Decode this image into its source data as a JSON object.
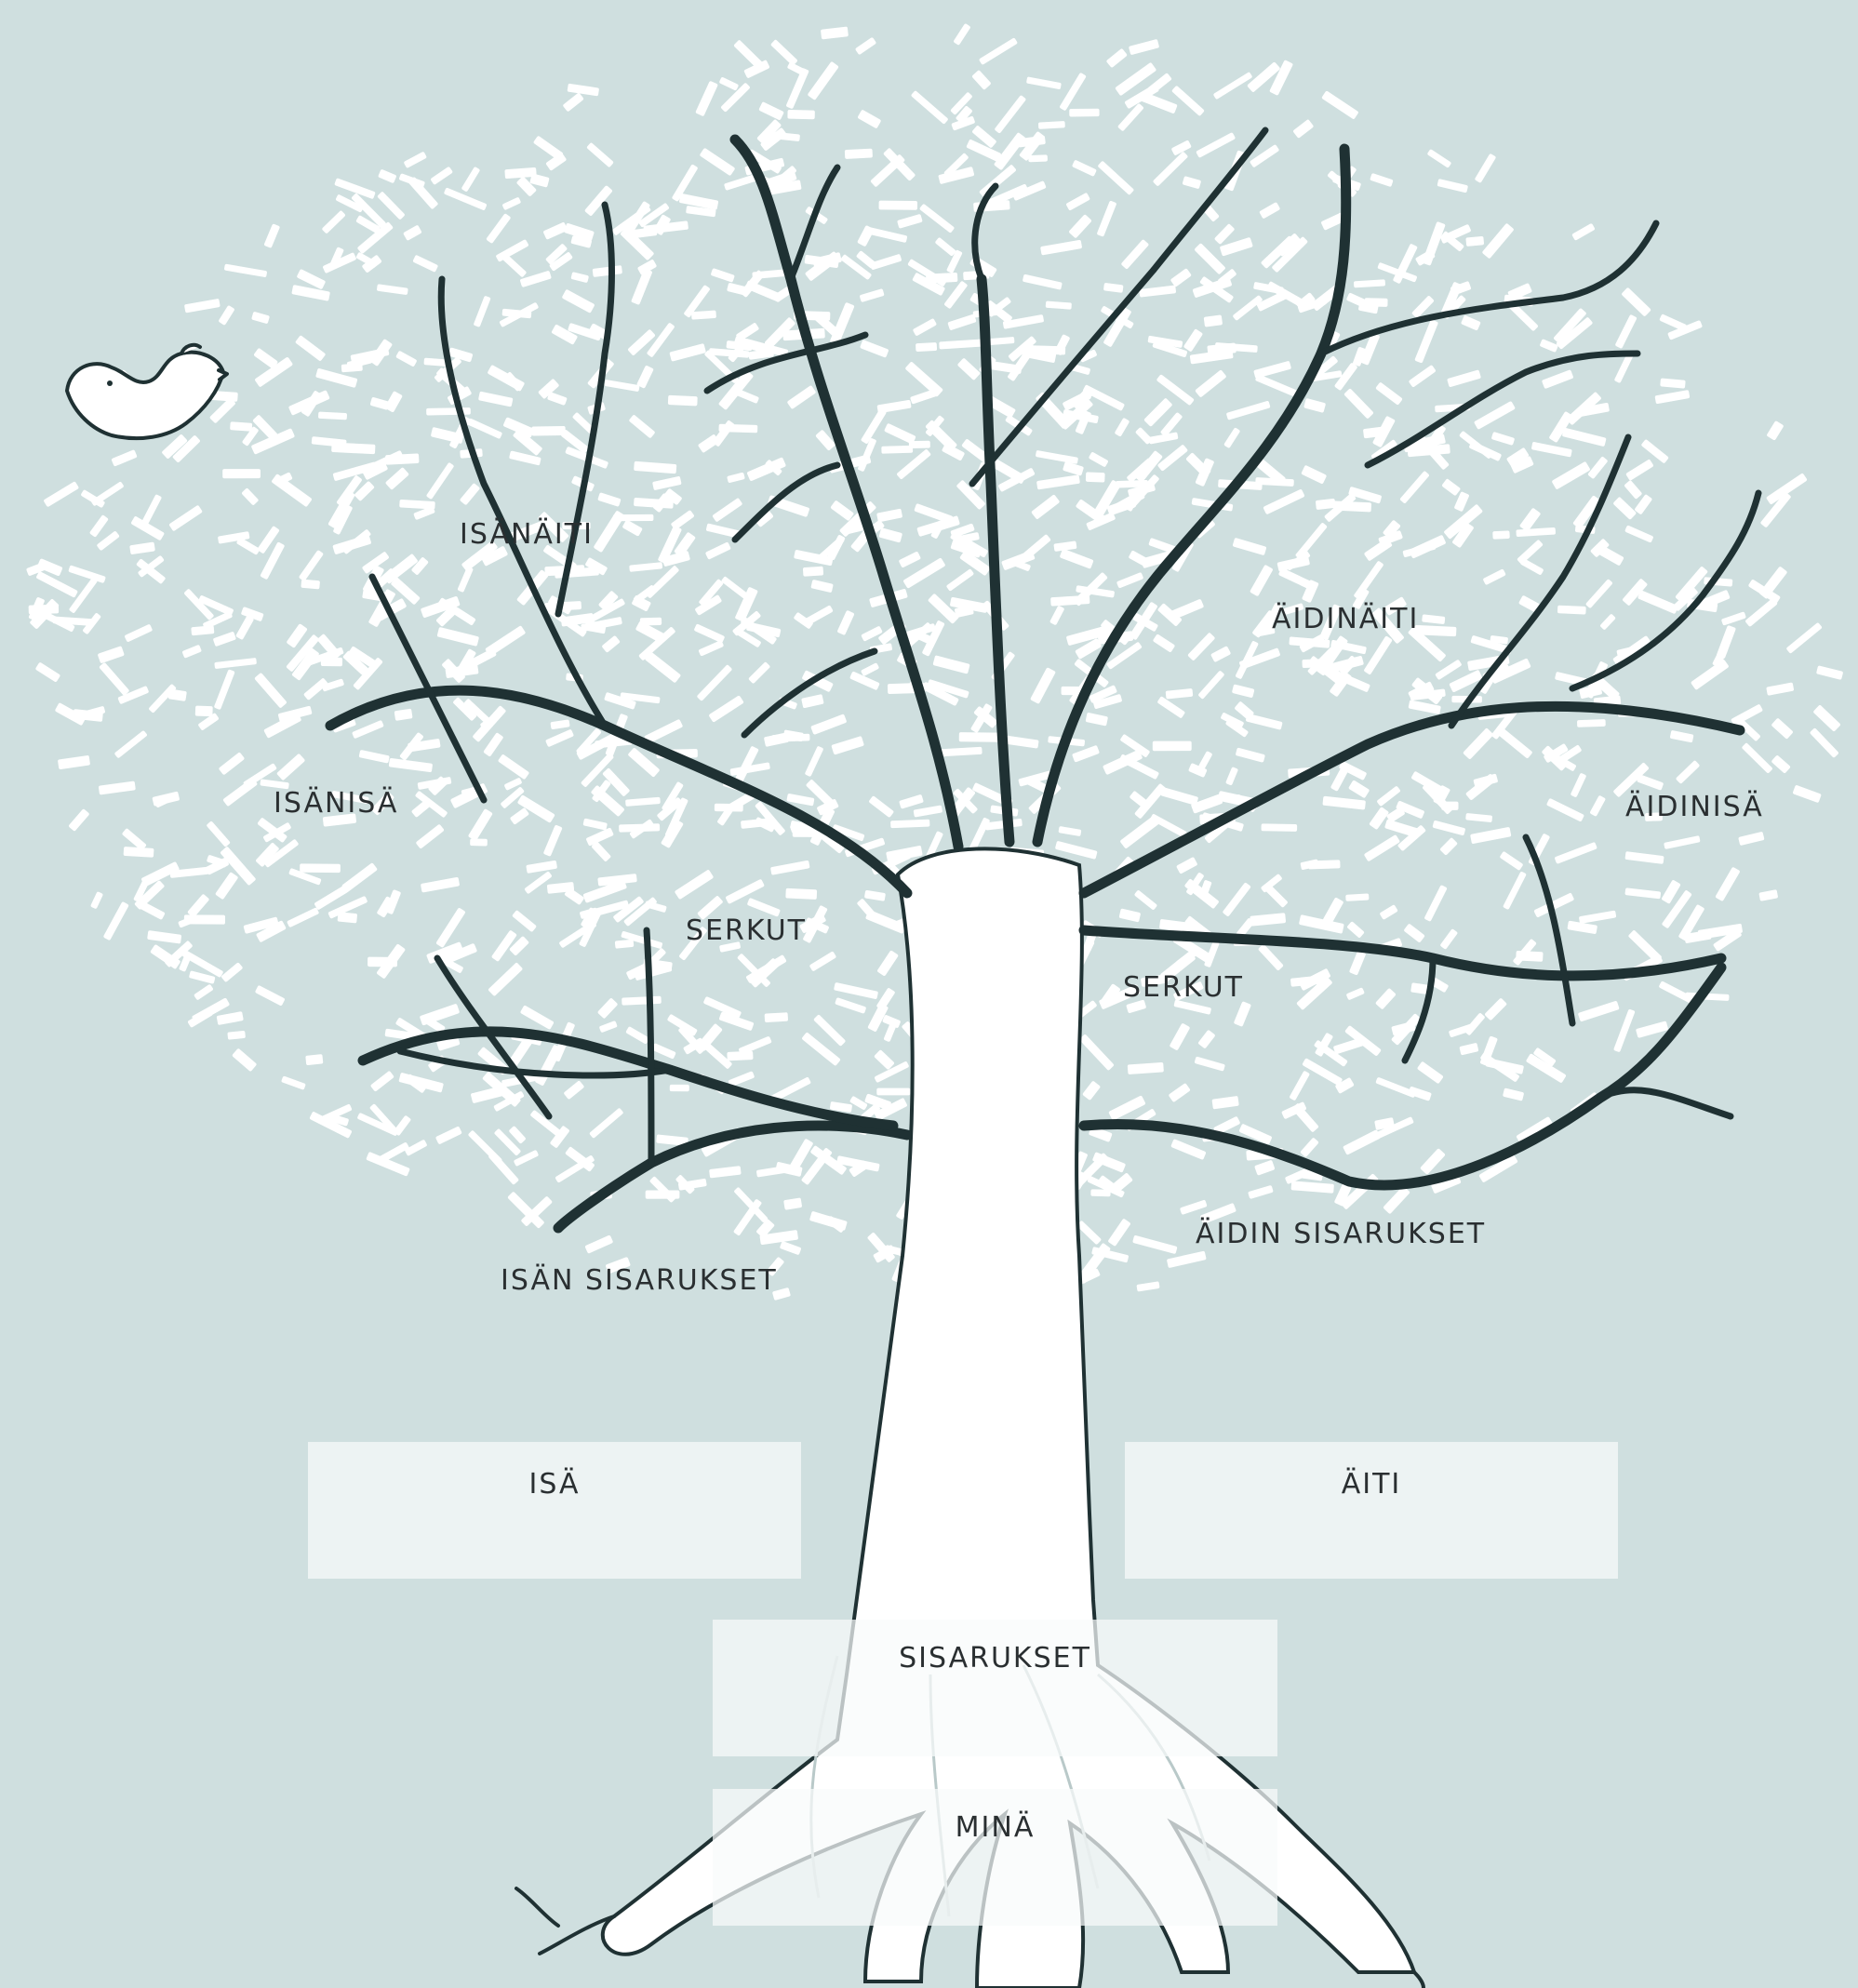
{
  "colors": {
    "background": "#cfdfdf",
    "leaves": "#ffffff",
    "ink": "#1f3133",
    "trunk": "#ffffff",
    "box_fill": "#f4f8f8"
  },
  "labels": {
    "isanaiti": "ISÄNÄITI",
    "isanisa": "ISÄNISÄ",
    "serkut_left": "SERKUT",
    "isan_sisarukset": "ISÄN SISARUKSET",
    "aidinaiti": "ÄIDINÄITI",
    "aidinisa": "ÄIDINISÄ",
    "serkut_right": "SERKUT",
    "aidin_sisarukset": "ÄIDIN SISARUKSET"
  },
  "boxes": {
    "isa": "ISÄ",
    "aiti": "ÄITI",
    "sisarukset": "SISARUKSET",
    "mina": "MINÄ"
  },
  "decor": {
    "bird_icon": "bird-icon",
    "tree_icon": "tree-icon"
  }
}
